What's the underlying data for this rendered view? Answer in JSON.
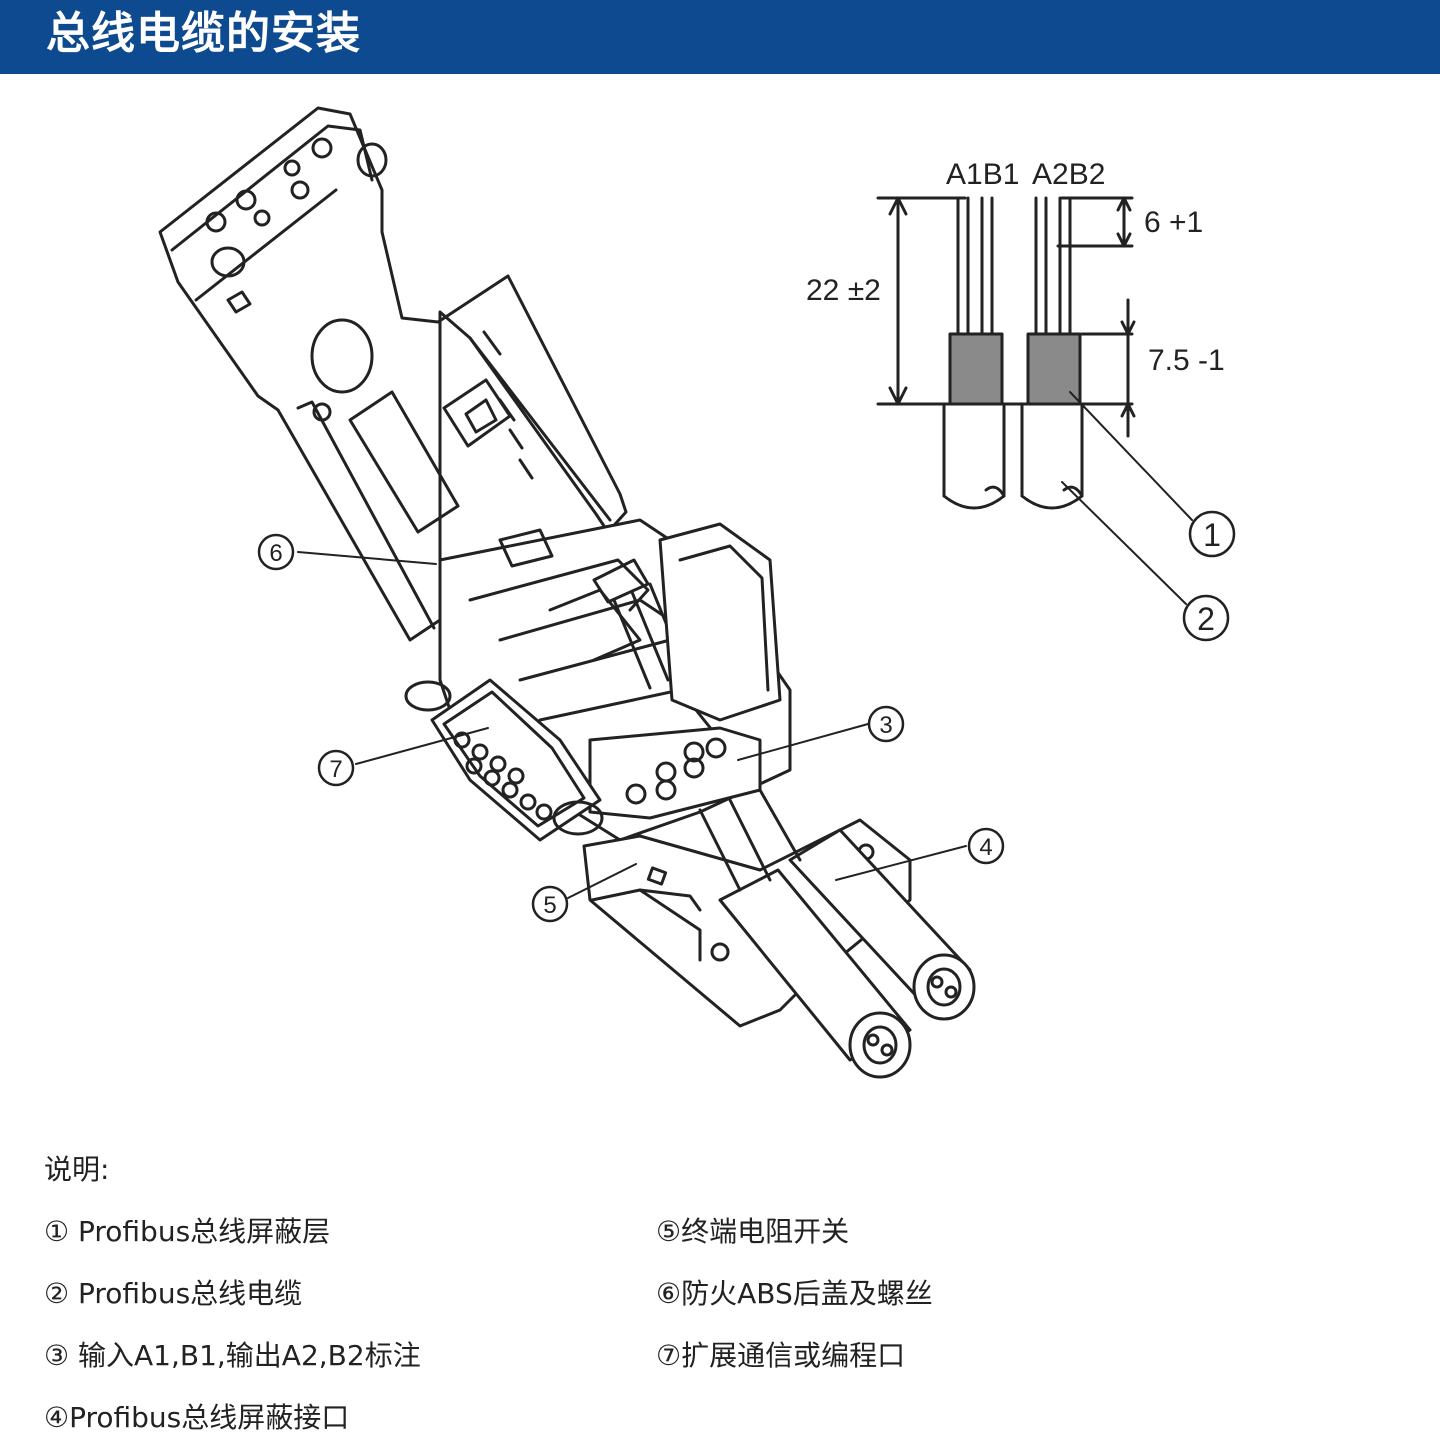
{
  "header": {
    "title": "总线电缆的安装"
  },
  "dimensions": {
    "wire_label_left": "A1B1",
    "wire_label_right": "A2B2",
    "length_total": "22 ±2",
    "length_strip": "6 +1",
    "length_shield": "7.5 -1"
  },
  "callouts": [
    "1",
    "2",
    "3",
    "4",
    "5",
    "6",
    "7"
  ],
  "legend": {
    "title": "说明:",
    "items": [
      "① Profibus总线屏蔽层",
      "② Profibus总线电缆",
      "③ 输入A1,B1,输出A2,B2标注",
      "④Profibus总线屏蔽接口",
      "⑤终端电阻开关",
      "⑥防火ABS后盖及螺丝",
      "⑦扩展通信或编程口"
    ]
  },
  "colors": {
    "header_bg": "#0d4a8f",
    "shield_fill": "#8a8a8a"
  }
}
